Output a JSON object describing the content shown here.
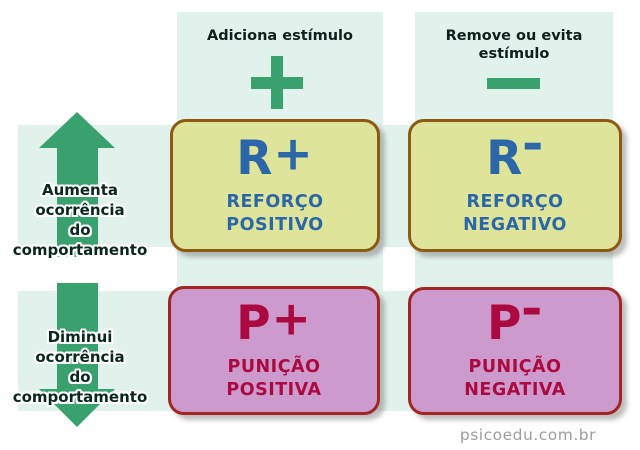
{
  "matrix": {
    "columns": [
      {
        "header_line1": "Adiciona estímulo",
        "header_line2": "",
        "icon": "plus-icon"
      },
      {
        "header_line1": "Remove ou evita",
        "header_line2": "estímulo",
        "icon": "minus-icon"
      }
    ],
    "rows": [
      {
        "label_line1": "Aumenta ocorrência",
        "label_line2": "do comportamento",
        "arrow": "up-arrow-icon"
      },
      {
        "label_line1": "Diminui ocorrência",
        "label_line2": "do comportamento",
        "arrow": "down-arrow-icon"
      }
    ],
    "cells": [
      {
        "code_letter": "R",
        "code_sign": "+",
        "name_line1": "REFORÇO",
        "name_line2": "POSITIVO",
        "category": "reforco"
      },
      {
        "code_letter": "R",
        "code_sign": "-",
        "name_line1": "REFORÇO",
        "name_line2": "NEGATIVO",
        "category": "reforco"
      },
      {
        "code_letter": "P",
        "code_sign": "+",
        "name_line1": "PUNIÇÃO",
        "name_line2": "POSITIVA",
        "category": "punicao"
      },
      {
        "code_letter": "P",
        "code_sign": "-",
        "name_line1": "PUNIÇÃO",
        "name_line2": "NEGATIVA",
        "category": "punicao"
      }
    ]
  },
  "footer": {
    "watermark": "psicoedu.com.br"
  },
  "colors": {
    "band_mint": "#e1f1ec",
    "green": "#39a16d",
    "reforco_fill": "#dee59b",
    "reforco_border": "#8d5a12",
    "reforco_text": "#2b67a8",
    "punicao_fill": "#cd9acd",
    "punicao_border": "#a02623",
    "punicao_text": "#ab0a41",
    "header_text": "#0e201b",
    "row_label_text": "#08271d",
    "watermark_text": "#9d9d9d"
  }
}
